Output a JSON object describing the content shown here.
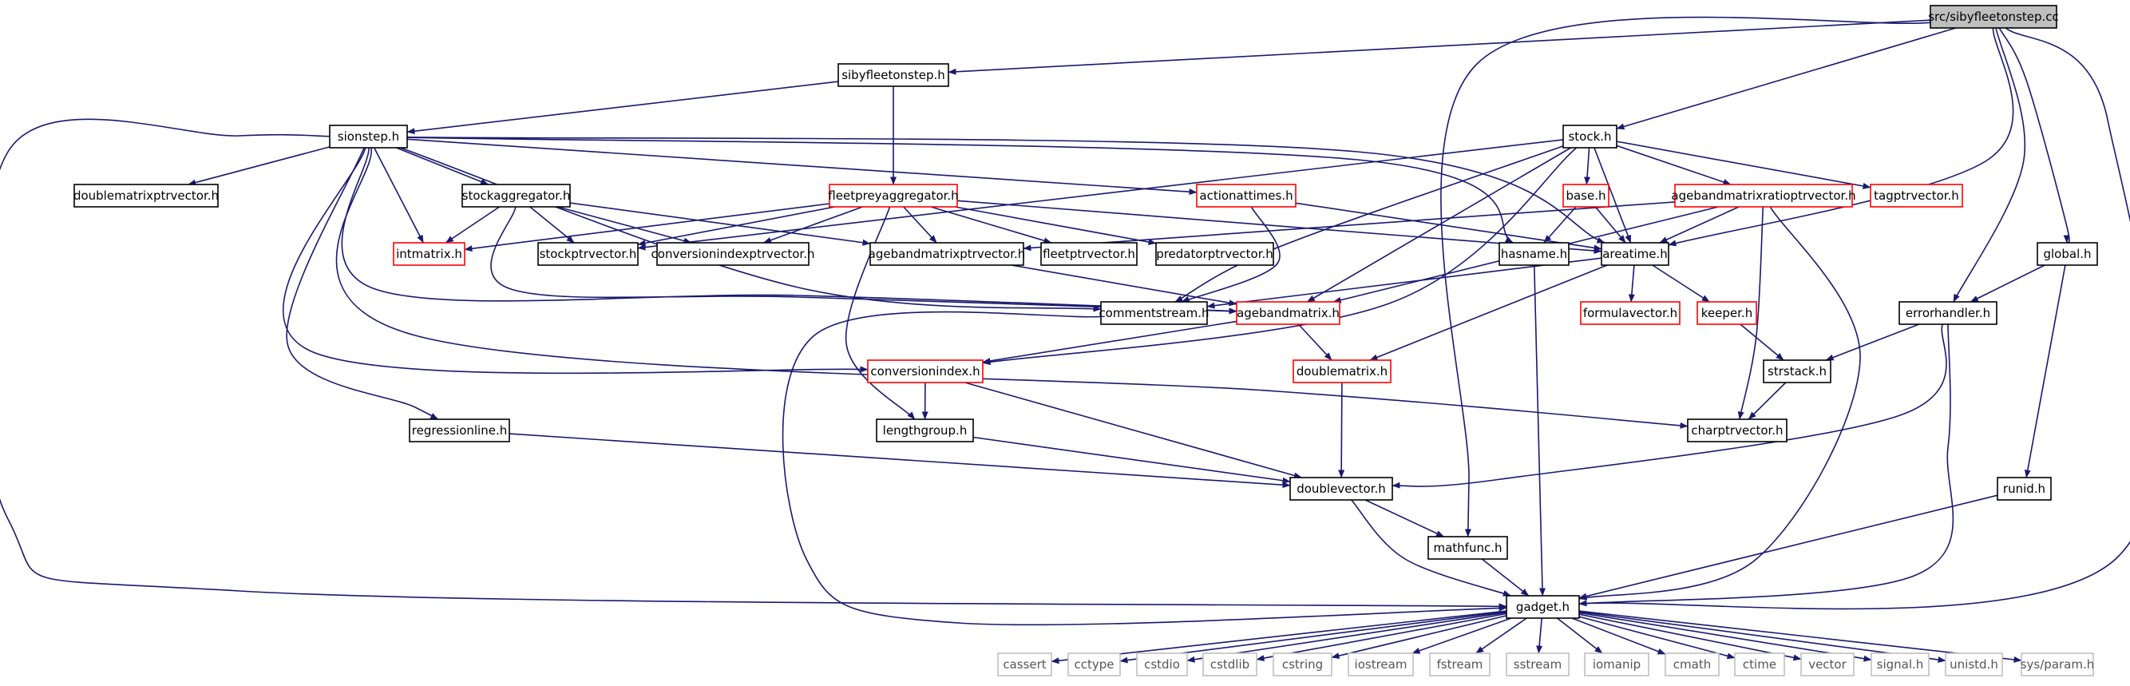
{
  "colors": {
    "edge": "#191970",
    "root_fill": "#bfbfbf",
    "black_border": "#000000",
    "red_border": "#ff0000",
    "grey_border": "#bfbfbf",
    "text": "#000000",
    "grey_text": "#555555"
  },
  "nodes": [
    {
      "id": "root",
      "label": "src/sibyfleetonstep.cc",
      "style": "root"
    },
    {
      "id": "sibyfleetonstep",
      "label": "sibyfleetonstep.h",
      "style": "black"
    },
    {
      "id": "sionstep",
      "label": "sionstep.h",
      "style": "black"
    },
    {
      "id": "stock",
      "label": "stock.h",
      "style": "black"
    },
    {
      "id": "doublematrixptrvector",
      "label": "doublematrixptrvector.h",
      "style": "black"
    },
    {
      "id": "stockaggregator",
      "label": "stockaggregator.h",
      "style": "black"
    },
    {
      "id": "fleetpreyaggregator",
      "label": "fleetpreyaggregator.h",
      "style": "red"
    },
    {
      "id": "actionattimes",
      "label": "actionattimes.h",
      "style": "red"
    },
    {
      "id": "base",
      "label": "base.h",
      "style": "red"
    },
    {
      "id": "agebandmatrixratioptrvector",
      "label": "agebandmatrixratioptrvector.h",
      "style": "red"
    },
    {
      "id": "tagptrvector",
      "label": "tagptrvector.h",
      "style": "red"
    },
    {
      "id": "intmatrix",
      "label": "intmatrix.h",
      "style": "red"
    },
    {
      "id": "stockptrvector",
      "label": "stockptrvector.h",
      "style": "black"
    },
    {
      "id": "conversionindexptrvector",
      "label": "conversionindexptrvector.h",
      "style": "black"
    },
    {
      "id": "agebandmatrixptrvector",
      "label": "agebandmatrixptrvector.h",
      "style": "black"
    },
    {
      "id": "fleetptrvector",
      "label": "fleetptrvector.h",
      "style": "black"
    },
    {
      "id": "predatorptrvector",
      "label": "predatorptrvector.h",
      "style": "black"
    },
    {
      "id": "hasname",
      "label": "hasname.h",
      "style": "black"
    },
    {
      "id": "areatime",
      "label": "areatime.h",
      "style": "black"
    },
    {
      "id": "global",
      "label": "global.h",
      "style": "black"
    },
    {
      "id": "commentstream",
      "label": "commentstream.h",
      "style": "black"
    },
    {
      "id": "agebandmatrix",
      "label": "agebandmatrix.h",
      "style": "red"
    },
    {
      "id": "formulavector",
      "label": "formulavector.h",
      "style": "red"
    },
    {
      "id": "keeper",
      "label": "keeper.h",
      "style": "red"
    },
    {
      "id": "errorhandler",
      "label": "errorhandler.h",
      "style": "black"
    },
    {
      "id": "conversionindex",
      "label": "conversionindex.h",
      "style": "red"
    },
    {
      "id": "doublematrix",
      "label": "doublematrix.h",
      "style": "red"
    },
    {
      "id": "strstack",
      "label": "strstack.h",
      "style": "black"
    },
    {
      "id": "regressionline",
      "label": "regressionline.h",
      "style": "black"
    },
    {
      "id": "lengthgroup",
      "label": "lengthgroup.h",
      "style": "black"
    },
    {
      "id": "charptrvector",
      "label": "charptrvector.h",
      "style": "black"
    },
    {
      "id": "doublevector",
      "label": "doublevector.h",
      "style": "black"
    },
    {
      "id": "runid",
      "label": "runid.h",
      "style": "black"
    },
    {
      "id": "mathfunc",
      "label": "mathfunc.h",
      "style": "black"
    },
    {
      "id": "gadget",
      "label": "gadget.h",
      "style": "black"
    },
    {
      "id": "cassert",
      "label": "cassert",
      "style": "grey"
    },
    {
      "id": "cctype",
      "label": "cctype",
      "style": "grey"
    },
    {
      "id": "cstdio",
      "label": "cstdio",
      "style": "grey"
    },
    {
      "id": "cstdlib",
      "label": "cstdlib",
      "style": "grey"
    },
    {
      "id": "cstring",
      "label": "cstring",
      "style": "grey"
    },
    {
      "id": "iostream",
      "label": "iostream",
      "style": "grey"
    },
    {
      "id": "fstream",
      "label": "fstream",
      "style": "grey"
    },
    {
      "id": "sstream",
      "label": "sstream",
      "style": "grey"
    },
    {
      "id": "iomanip",
      "label": "iomanip",
      "style": "grey"
    },
    {
      "id": "cmath",
      "label": "cmath",
      "style": "grey"
    },
    {
      "id": "ctime",
      "label": "ctime",
      "style": "grey"
    },
    {
      "id": "vector",
      "label": "vector",
      "style": "grey"
    },
    {
      "id": "signal",
      "label": "signal.h",
      "style": "grey"
    },
    {
      "id": "unistd",
      "label": "unistd.h",
      "style": "grey"
    },
    {
      "id": "sysparam",
      "label": "sys/param.h",
      "style": "grey"
    }
  ],
  "edges": [
    [
      "root",
      "sibyfleetonstep"
    ],
    [
      "root",
      "stock"
    ],
    [
      "root",
      "mathfunc"
    ],
    [
      "root",
      "areatime"
    ],
    [
      "root",
      "errorhandler"
    ],
    [
      "root",
      "global"
    ],
    [
      "root",
      "gadget"
    ],
    [
      "sibyfleetonstep",
      "sionstep"
    ],
    [
      "sibyfleetonstep",
      "fleetpreyaggregator"
    ],
    [
      "sionstep",
      "doublematrixptrvector"
    ],
    [
      "sionstep",
      "stockaggregator"
    ],
    [
      "sionstep",
      "intmatrix"
    ],
    [
      "sionstep",
      "actionattimes"
    ],
    [
      "sionstep",
      "hasname"
    ],
    [
      "sionstep",
      "areatime"
    ],
    [
      "sionstep",
      "commentstream"
    ],
    [
      "sionstep",
      "agebandmatrix"
    ],
    [
      "sionstep",
      "conversionindex"
    ],
    [
      "sionstep",
      "charptrvector"
    ],
    [
      "sionstep",
      "regressionline"
    ],
    [
      "sionstep",
      "gadget"
    ],
    [
      "stockaggregator",
      "intmatrix"
    ],
    [
      "stockaggregator",
      "stockptrvector"
    ],
    [
      "stockaggregator",
      "conversionindexptrvector"
    ],
    [
      "stockaggregator",
      "agebandmatrixptrvector"
    ],
    [
      "stockaggregator",
      "agebandmatrix"
    ],
    [
      "fleetpreyaggregator",
      "intmatrix"
    ],
    [
      "fleetpreyaggregator",
      "stockptrvector"
    ],
    [
      "fleetpreyaggregator",
      "conversionindexptrvector"
    ],
    [
      "fleetpreyaggregator",
      "agebandmatrixptrvector"
    ],
    [
      "fleetpreyaggregator",
      "fleetptrvector"
    ],
    [
      "fleetpreyaggregator",
      "predatorptrvector"
    ],
    [
      "fleetpreyaggregator",
      "areatime"
    ],
    [
      "fleetpreyaggregator",
      "lengthgroup"
    ],
    [
      "actionattimes",
      "areatime"
    ],
    [
      "actionattimes",
      "commentstream"
    ],
    [
      "stock",
      "stockptrvector"
    ],
    [
      "stock",
      "base"
    ],
    [
      "stock",
      "areatime"
    ],
    [
      "stock",
      "agebandmatrixratioptrvector"
    ],
    [
      "stock",
      "tagptrvector"
    ],
    [
      "stock",
      "commentstream"
    ],
    [
      "stock",
      "agebandmatrix"
    ],
    [
      "stock",
      "conversionindex"
    ],
    [
      "base",
      "hasname"
    ],
    [
      "base",
      "areatime"
    ],
    [
      "agebandmatrixratioptrvector",
      "agebandmatrixptrvector"
    ],
    [
      "agebandmatrixratioptrvector",
      "areatime"
    ],
    [
      "agebandmatrixratioptrvector",
      "agebandmatrix"
    ],
    [
      "agebandmatrixratioptrvector",
      "charptrvector"
    ],
    [
      "agebandmatrixratioptrvector",
      "gadget"
    ],
    [
      "agebandmatrixptrvector",
      "agebandmatrix"
    ],
    [
      "hasname",
      "gadget"
    ],
    [
      "areatime",
      "commentstream"
    ],
    [
      "areatime",
      "formulavector"
    ],
    [
      "areatime",
      "keeper"
    ],
    [
      "areatime",
      "doublematrix"
    ],
    [
      "global",
      "errorhandler"
    ],
    [
      "global",
      "runid"
    ],
    [
      "commentstream",
      "gadget"
    ],
    [
      "agebandmatrix",
      "conversionindex"
    ],
    [
      "agebandmatrix",
      "doublematrix"
    ],
    [
      "keeper",
      "strstack"
    ],
    [
      "errorhandler",
      "strstack"
    ],
    [
      "errorhandler",
      "doublevector"
    ],
    [
      "errorhandler",
      "gadget"
    ],
    [
      "conversionindex",
      "lengthgroup"
    ],
    [
      "conversionindex",
      "doublevector"
    ],
    [
      "doublematrix",
      "doublevector"
    ],
    [
      "strstack",
      "charptrvector"
    ],
    [
      "regressionline",
      "doublevector"
    ],
    [
      "lengthgroup",
      "doublevector"
    ],
    [
      "doublevector",
      "mathfunc"
    ],
    [
      "doublevector",
      "gadget"
    ],
    [
      "runid",
      "gadget"
    ],
    [
      "mathfunc",
      "gadget"
    ],
    [
      "gadget",
      "cassert"
    ],
    [
      "gadget",
      "cctype"
    ],
    [
      "gadget",
      "cstdio"
    ],
    [
      "gadget",
      "cstdlib"
    ],
    [
      "gadget",
      "cstring"
    ],
    [
      "gadget",
      "iostream"
    ],
    [
      "gadget",
      "fstream"
    ],
    [
      "gadget",
      "sstream"
    ],
    [
      "gadget",
      "iomanip"
    ],
    [
      "gadget",
      "cmath"
    ],
    [
      "gadget",
      "ctime"
    ],
    [
      "gadget",
      "vector"
    ],
    [
      "gadget",
      "signal"
    ],
    [
      "gadget",
      "unistd"
    ],
    [
      "gadget",
      "sysparam"
    ]
  ]
}
